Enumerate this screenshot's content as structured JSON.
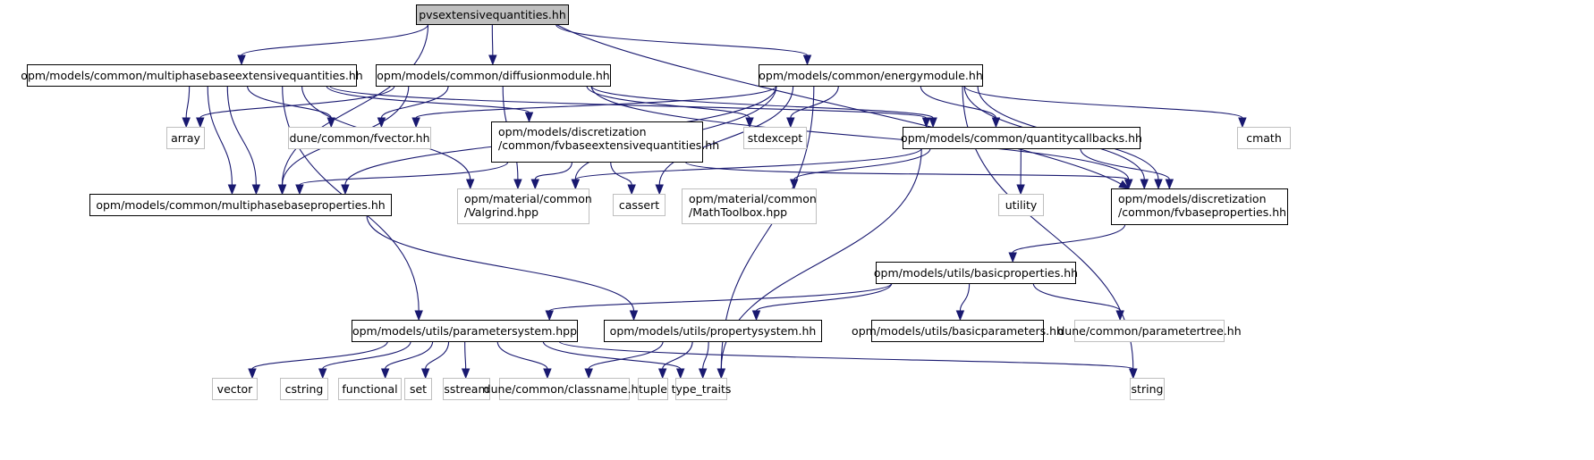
{
  "diagram": {
    "type": "include-dependency-graph",
    "colors": {
      "edge": "#191970",
      "root_fill": "#bfbfbf",
      "local_border": "#000000",
      "system_border": "#bfbfbf"
    },
    "nodes": [
      {
        "id": "root",
        "kind": "root",
        "lines": [
          "pvsextensivequantities.hh"
        ]
      },
      {
        "id": "mbeq",
        "kind": "local",
        "lines": [
          "opm/models/common/multiphasebaseextensivequantities.hh"
        ]
      },
      {
        "id": "diff",
        "kind": "local",
        "lines": [
          "opm/models/common/diffusionmodule.hh"
        ]
      },
      {
        "id": "energy",
        "kind": "local",
        "lines": [
          "opm/models/common/energymodule.hh"
        ]
      },
      {
        "id": "array",
        "kind": "system",
        "lines": [
          "array"
        ]
      },
      {
        "id": "fvector",
        "kind": "system",
        "lines": [
          "dune/common/fvector.hh"
        ]
      },
      {
        "id": "fvbeq",
        "kind": "local",
        "lines": [
          "opm/models/discretization",
          "/common/fvbaseextensivequantities.hh"
        ]
      },
      {
        "id": "stdexcept",
        "kind": "system",
        "lines": [
          "stdexcept"
        ]
      },
      {
        "id": "qcb",
        "kind": "local",
        "lines": [
          "opm/models/common/quantitycallbacks.hh"
        ]
      },
      {
        "id": "cmath",
        "kind": "system",
        "lines": [
          "cmath"
        ]
      },
      {
        "id": "mbprops",
        "kind": "local",
        "lines": [
          "opm/models/common/multiphasebaseproperties.hh"
        ]
      },
      {
        "id": "valgrind",
        "kind": "system",
        "lines": [
          "opm/material/common",
          "/Valgrind.hpp"
        ]
      },
      {
        "id": "cassert",
        "kind": "system",
        "lines": [
          "cassert"
        ]
      },
      {
        "id": "mathtb",
        "kind": "system",
        "lines": [
          "opm/material/common",
          "/MathToolbox.hpp"
        ]
      },
      {
        "id": "utility",
        "kind": "system",
        "lines": [
          "utility"
        ]
      },
      {
        "id": "fvbprops",
        "kind": "local",
        "lines": [
          "opm/models/discretization",
          "/common/fvbaseproperties.hh"
        ]
      },
      {
        "id": "basicprops",
        "kind": "local",
        "lines": [
          "opm/models/utils/basicproperties.hh"
        ]
      },
      {
        "id": "paramsys",
        "kind": "local",
        "lines": [
          "opm/models/utils/parametersystem.hpp"
        ]
      },
      {
        "id": "propsys",
        "kind": "local",
        "lines": [
          "opm/models/utils/propertysystem.hh"
        ]
      },
      {
        "id": "basicparams",
        "kind": "local",
        "lines": [
          "opm/models/utils/basicparameters.hh"
        ]
      },
      {
        "id": "paramtree",
        "kind": "system",
        "lines": [
          "dune/common/parametertree.hh"
        ]
      },
      {
        "id": "vector",
        "kind": "system",
        "lines": [
          "vector"
        ]
      },
      {
        "id": "cstring",
        "kind": "system",
        "lines": [
          "cstring"
        ]
      },
      {
        "id": "functional",
        "kind": "system",
        "lines": [
          "functional"
        ]
      },
      {
        "id": "set",
        "kind": "system",
        "lines": [
          "set"
        ]
      },
      {
        "id": "sstream",
        "kind": "system",
        "lines": [
          "sstream"
        ]
      },
      {
        "id": "classname",
        "kind": "system",
        "lines": [
          "dune/common/classname.hh"
        ]
      },
      {
        "id": "tuple",
        "kind": "system",
        "lines": [
          "tuple"
        ]
      },
      {
        "id": "typetraits",
        "kind": "system",
        "lines": [
          "type_traits"
        ]
      },
      {
        "id": "string",
        "kind": "system",
        "lines": [
          "string"
        ]
      }
    ],
    "edges": [
      [
        "root",
        "mbeq"
      ],
      [
        "root",
        "diff"
      ],
      [
        "root",
        "energy"
      ],
      [
        "root",
        "mbprops"
      ],
      [
        "root",
        "fvbprops"
      ],
      [
        "mbeq",
        "array"
      ],
      [
        "mbeq",
        "fvector"
      ],
      [
        "mbeq",
        "fvbeq"
      ],
      [
        "mbeq",
        "qcb"
      ],
      [
        "mbeq",
        "mbprops"
      ],
      [
        "mbeq",
        "valgrind"
      ],
      [
        "mbeq",
        "paramsys"
      ],
      [
        "mbeq",
        "mbprops"
      ],
      [
        "diff",
        "array"
      ],
      [
        "diff",
        "fvector"
      ],
      [
        "diff",
        "stdexcept"
      ],
      [
        "diff",
        "qcb"
      ],
      [
        "diff",
        "mbprops"
      ],
      [
        "diff",
        "valgrind"
      ],
      [
        "diff",
        "fvbprops"
      ],
      [
        "energy",
        "fvector"
      ],
      [
        "energy",
        "stdexcept"
      ],
      [
        "energy",
        "qcb"
      ],
      [
        "energy",
        "cmath"
      ],
      [
        "energy",
        "mbprops"
      ],
      [
        "energy",
        "valgrind"
      ],
      [
        "energy",
        "cassert"
      ],
      [
        "energy",
        "fvbprops"
      ],
      [
        "energy",
        "fvbprops"
      ],
      [
        "energy",
        "typetraits"
      ],
      [
        "energy",
        "string"
      ],
      [
        "fvbeq",
        "mbprops"
      ],
      [
        "fvbeq",
        "valgrind"
      ],
      [
        "fvbeq",
        "cassert"
      ],
      [
        "fvbeq",
        "fvbprops"
      ],
      [
        "qcb",
        "valgrind"
      ],
      [
        "qcb",
        "mathtb"
      ],
      [
        "qcb",
        "utility"
      ],
      [
        "qcb",
        "fvbprops"
      ],
      [
        "qcb",
        "typetraits"
      ],
      [
        "mbprops",
        "propsys"
      ],
      [
        "fvbprops",
        "basicprops"
      ],
      [
        "basicprops",
        "paramsys"
      ],
      [
        "basicprops",
        "propsys"
      ],
      [
        "basicprops",
        "basicparams"
      ],
      [
        "basicprops",
        "paramtree"
      ],
      [
        "paramsys",
        "vector"
      ],
      [
        "paramsys",
        "cstring"
      ],
      [
        "paramsys",
        "functional"
      ],
      [
        "paramsys",
        "set"
      ],
      [
        "paramsys",
        "sstream"
      ],
      [
        "paramsys",
        "classname"
      ],
      [
        "paramsys",
        "typetraits"
      ],
      [
        "paramsys",
        "string"
      ],
      [
        "propsys",
        "classname"
      ],
      [
        "propsys",
        "tuple"
      ],
      [
        "propsys",
        "typetraits"
      ]
    ]
  }
}
